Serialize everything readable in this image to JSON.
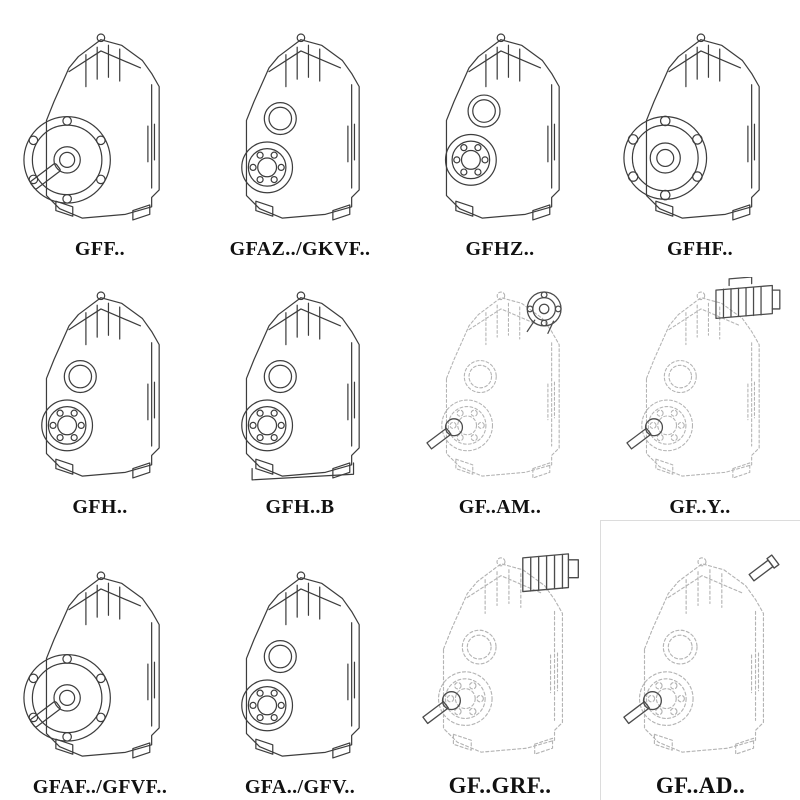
{
  "grid": {
    "items": [
      {
        "label": "GFF..",
        "drawing": "flange-mounted-with-solid-shaft",
        "style": "solid"
      },
      {
        "label": "GFAZ../GKVF..",
        "drawing": "hollow-shaft-bores",
        "style": "solid"
      },
      {
        "label": "GFHZ..",
        "drawing": "hollow-shaft-bores",
        "style": "solid"
      },
      {
        "label": "GFHF..",
        "drawing": "flange-mounted-hollow",
        "style": "solid"
      },
      {
        "label": "GFH..",
        "drawing": "hollow-shaft-bores",
        "style": "solid"
      },
      {
        "label": "GFH..B",
        "drawing": "hollow-shaft-bores-baseplate",
        "style": "solid"
      },
      {
        "label": "GF..AM..",
        "drawing": "phantom-with-input-flange",
        "style": "dashed"
      },
      {
        "label": "GF..Y..",
        "drawing": "phantom-with-motor",
        "style": "dashed"
      },
      {
        "label": "GFAF../GFVF..",
        "drawing": "flange-mounted-with-solid-shaft",
        "style": "solid"
      },
      {
        "label": "GFA../GFV..",
        "drawing": "hollow-shaft-bores",
        "style": "solid"
      },
      {
        "label": "GF..GRF..",
        "drawing": "phantom-with-input-adapter",
        "style": "dashed"
      },
      {
        "label": "GF..AD..",
        "drawing": "phantom-with-top-input-shaft",
        "style": "dashed"
      }
    ]
  }
}
